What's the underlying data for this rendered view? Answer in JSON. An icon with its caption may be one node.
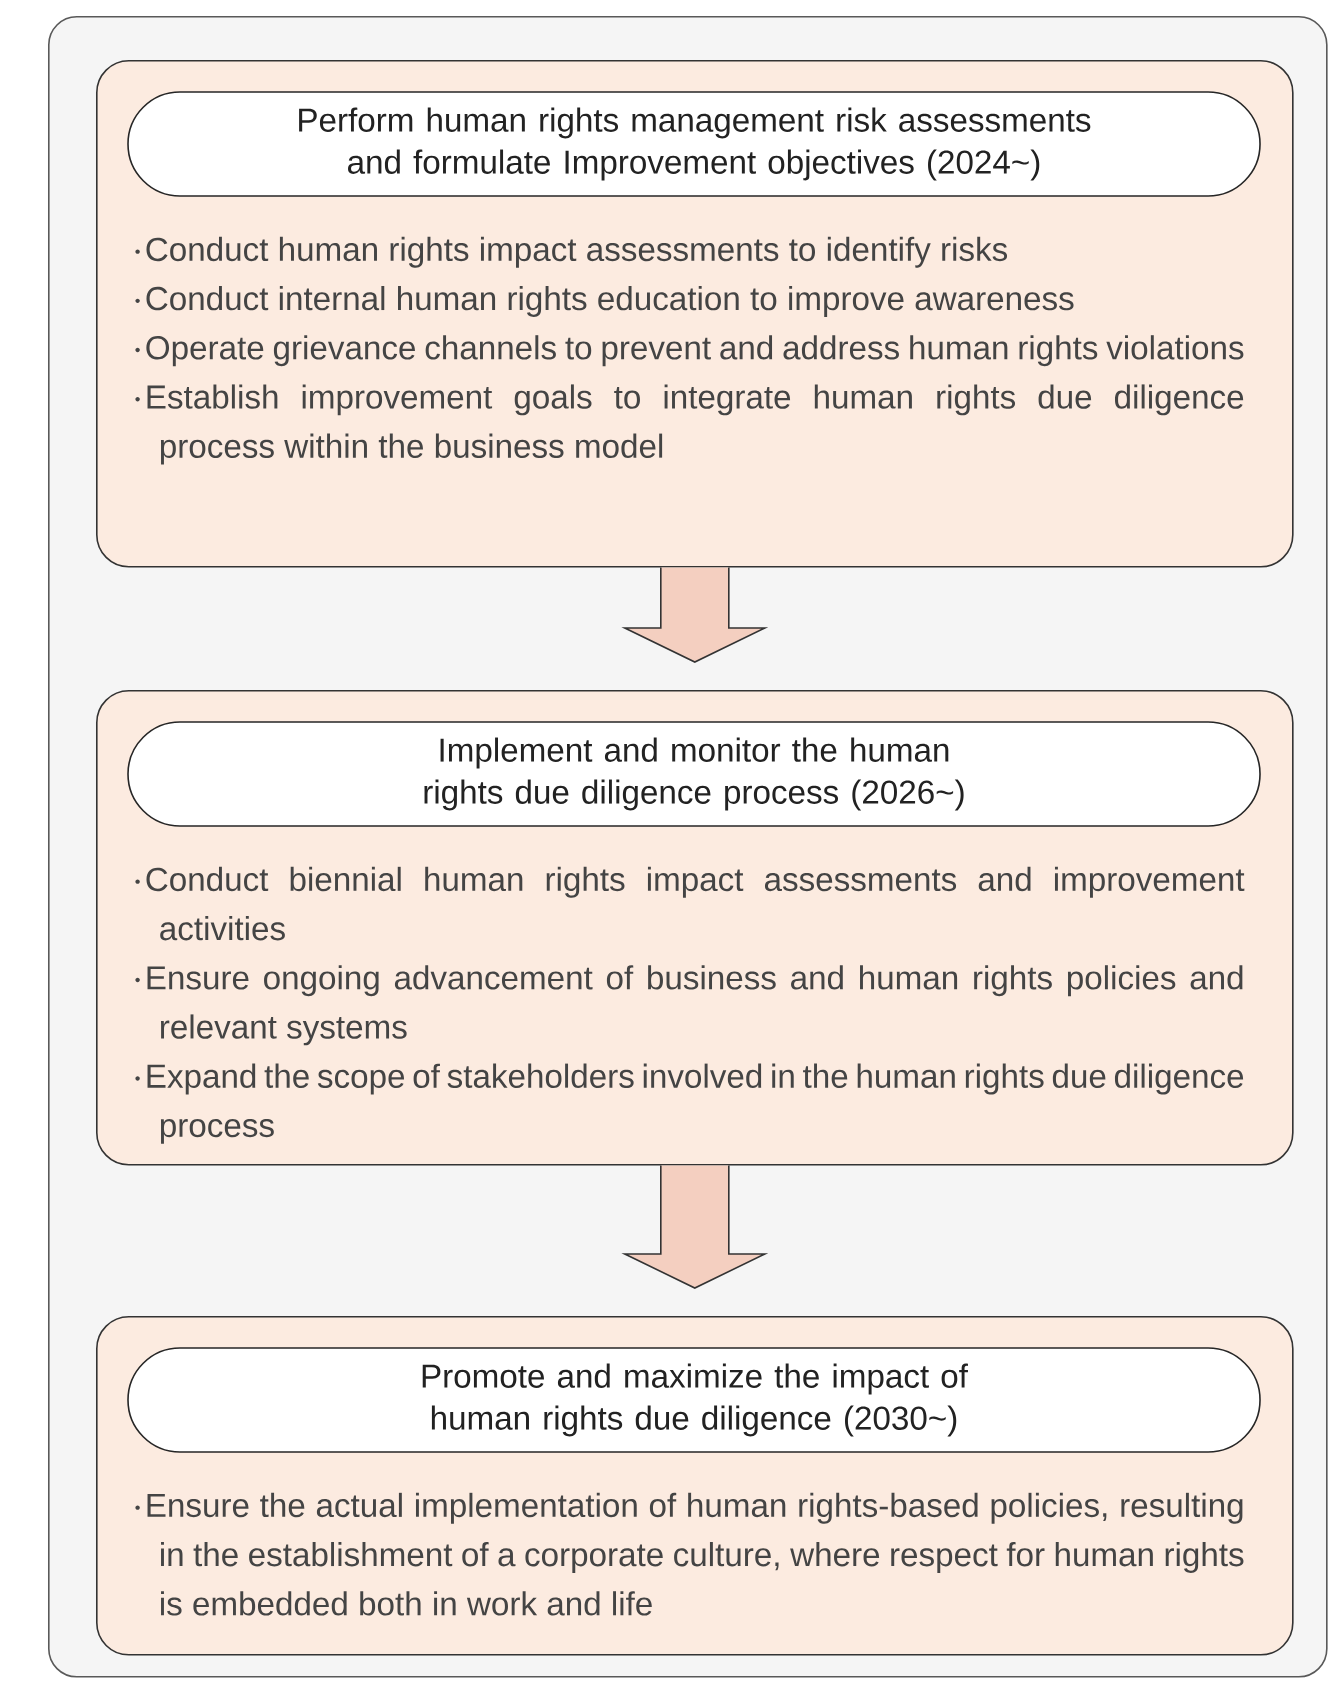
{
  "diagram": {
    "nodes": [
      {
        "text": [],
        "shape": "box"
      },
      {
        "text": [
          "Conduct human rights impact assessments to identify risks",
          "Conduct internal human rights education to improve awareness",
          "Operate grievance channels to prevent and address human rights violations",
          "Establish improvement goals to integrate human rights due diligence process within the business model"
        ],
        "in": 0
      },
      {
        "text": [
          "Perform human rights management risk assessments and formulate Improvement objectives (2024~)"
        ],
        "in": 1
      },
      {
        "text": [
          "Conduct biennial human rights impact assessments and improvement activities",
          "Ensure ongoing advancement of business and human rights policies and relevant systems",
          "Expand the scope of stakeholders involved in the human rights due diligence process"
        ],
        "in": 0
      },
      {
        "text": [
          "Implement and monitor the human rights due diligence process (2026~)"
        ],
        "in": 3
      },
      {
        "text": [
          "Ensure the actual implementation of human rights-based policies, resulting in the establishment of a corporate culture, where respect for human rights is embedded both in work and life"
        ],
        "in": 0
      },
      {
        "text": [
          "Promote and maximize the impact of human rights due diligence (2030~)"
        ],
        "in": 5
      }
    ],
    "edges": [
      {
        "from": 1,
        "to": 3,
        "arrow": "to"
      },
      {
        "from": 3,
        "to": 5,
        "arrow": "to"
      }
    ]
  }
}
